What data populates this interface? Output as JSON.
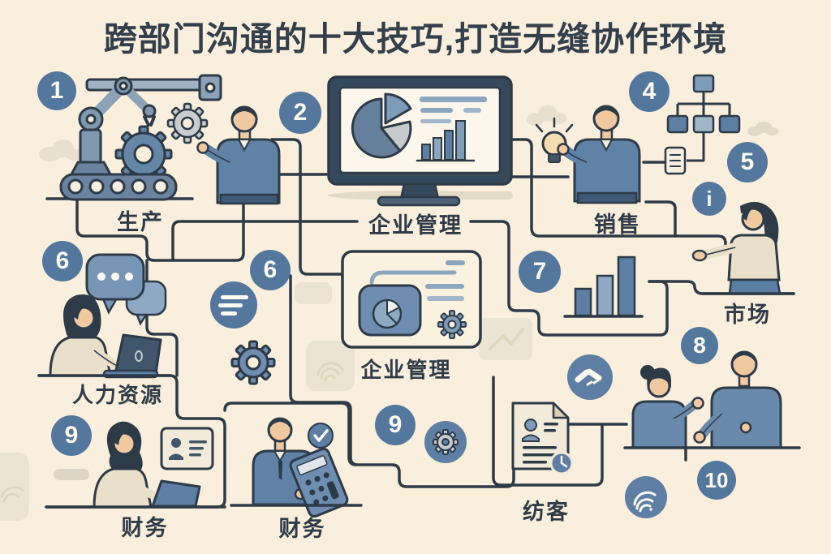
{
  "title": "跨部门沟通的十大技巧,打造无缝协作环境",
  "departments": {
    "production": "生产",
    "management_top": "企业管理",
    "sales": "销售",
    "market": "市场",
    "hr": "人力资源",
    "management_center": "企业管理",
    "finance_left": "财务",
    "finance_center": "财务",
    "visitor": "纺客"
  },
  "badges": {
    "b1": "1",
    "b2": "2",
    "b4": "4",
    "b5": "5",
    "b6a": "6",
    "b6b": "6",
    "b7": "7",
    "b8": "8",
    "b9a": "9",
    "b9b": "9",
    "b10": "10",
    "info": "i"
  },
  "icons": [
    "robot-arm-icon",
    "gear-icon",
    "conveyor-icon",
    "monitor-icon",
    "pie-chart-icon",
    "bar-chart-icon",
    "lightbulb-icon",
    "org-chart-icon",
    "document-icon",
    "info-icon",
    "speech-bubbles-icon",
    "chat-lines-icon",
    "laptop-icon",
    "id-card-icon",
    "calculator-icon",
    "check-icon",
    "clock-icon",
    "handshake-icon",
    "fingerprint-icon",
    "settings-gear-icon"
  ],
  "colors": {
    "background": "#f9efdc",
    "line": "#2d3a47",
    "title_text": "#333f4c",
    "badge_blue": "#54779e",
    "mid_blue": "#5d7fa3",
    "light_blue": "#8fa9c2",
    "shirt_blue": "#5f82a6",
    "skin": "#f1c9a1",
    "cream_shirt": "#eadfc8",
    "gray_gear": "#c9cdcf",
    "watermark": "#ece4d2"
  },
  "chart_data": [
    {
      "type": "pie",
      "context": "monitor-dashboard-illustration",
      "slices": [
        {
          "label": "segment-1",
          "value": 60
        },
        {
          "label": "segment-2",
          "value": 25
        },
        {
          "label": "segment-3",
          "value": 15
        }
      ]
    },
    {
      "type": "bar",
      "context": "monitor-dashboard-illustration",
      "values": [
        2,
        3,
        4,
        5
      ]
    },
    {
      "type": "bar",
      "context": "market-section-illustration",
      "values": [
        2,
        3.5,
        5
      ]
    }
  ]
}
